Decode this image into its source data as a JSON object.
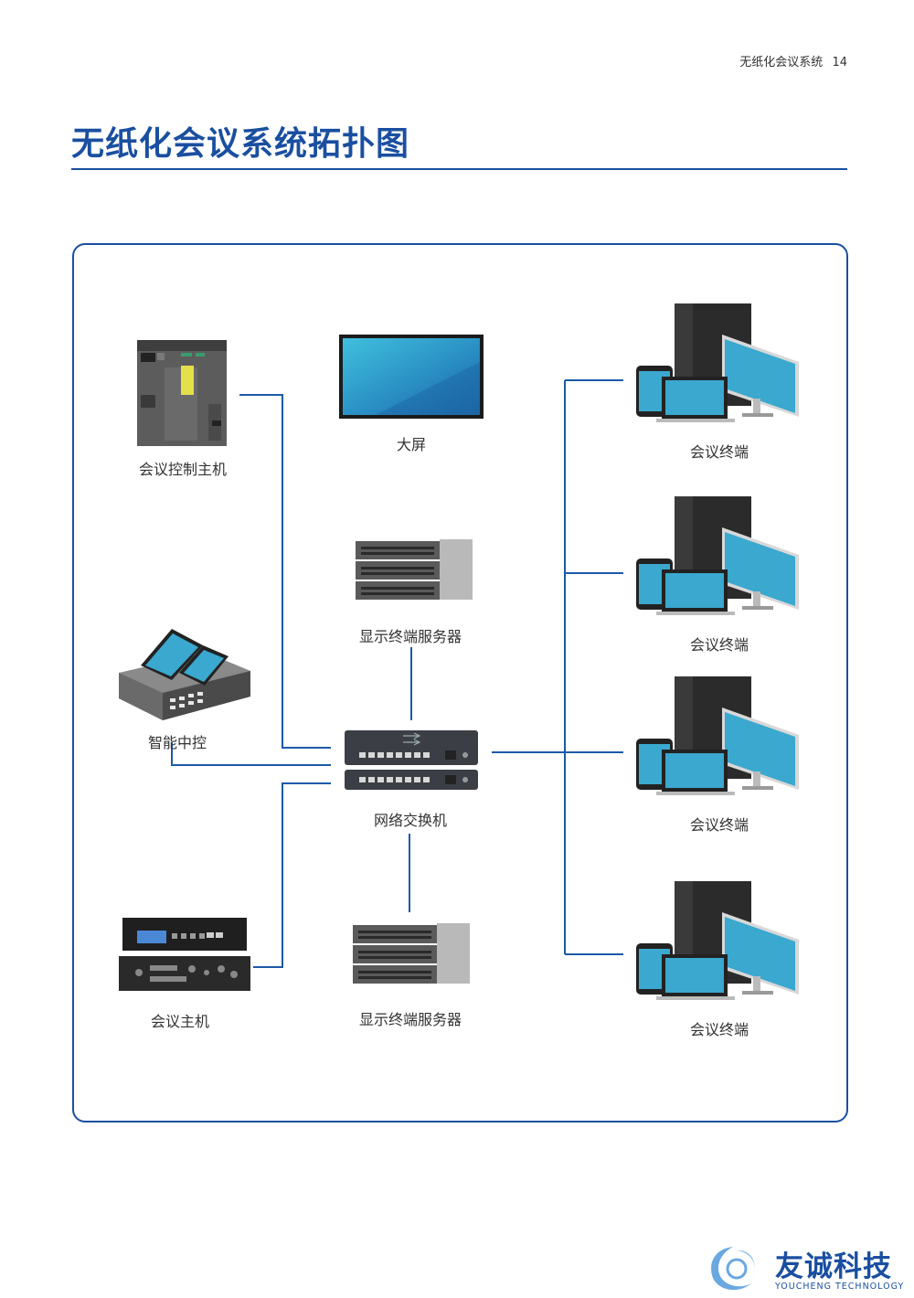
{
  "header": {
    "section": "无纸化会议系统",
    "page_number": "14"
  },
  "title": "无纸化会议系统拓扑图",
  "devices": {
    "meeting_control_host": "会议控制主机",
    "big_screen": "大屏",
    "display_server_top": "显示终端服务器",
    "smart_control": "智能中控",
    "network_switch": "网络交换机",
    "meeting_host": "会议主机",
    "display_server_bottom": "显示终端服务器",
    "terminals": [
      "会议终端",
      "会议终端",
      "会议终端",
      "会议终端"
    ]
  },
  "logo": {
    "name": "友诚科技",
    "english": "YOUCHENG TECHNOLOGY"
  },
  "colors": {
    "brand_blue": "#1a4fa0",
    "line_blue": "#1c5aa8",
    "screen_cyan": "#3cb4d8"
  }
}
